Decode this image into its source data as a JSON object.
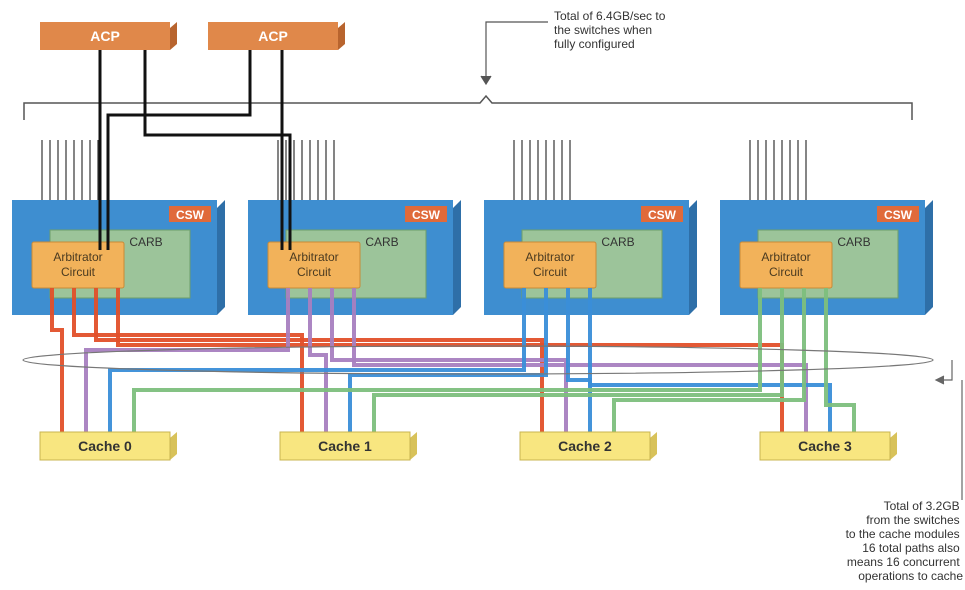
{
  "colors": {
    "acp": "#E0884A",
    "csw": "#3E8ED0",
    "csw_tag": "#E06A3A",
    "carb": "#9CC49A",
    "arbitrator": "#F2B25A",
    "cache": "#F8E680",
    "path_red": "#E2502A",
    "path_blue": "#3A8ED8",
    "path_purple": "#A880C0",
    "path_green": "#7DBF7D",
    "black": "#111111"
  },
  "acp": [
    {
      "label": "ACP"
    },
    {
      "label": "ACP"
    }
  ],
  "switches": [
    {
      "tag": "CSW",
      "carb": "CARB",
      "arbitrator": [
        "Arbitrator",
        "Circuit"
      ]
    },
    {
      "tag": "CSW",
      "carb": "CARB",
      "arbitrator": [
        "Arbitrator",
        "Circuit"
      ]
    },
    {
      "tag": "CSW",
      "carb": "CARB",
      "arbitrator": [
        "Arbitrator",
        "Circuit"
      ]
    },
    {
      "tag": "CSW",
      "carb": "CARB",
      "arbitrator": [
        "Arbitrator",
        "Circuit"
      ]
    }
  ],
  "caches": [
    {
      "label": "Cache 0"
    },
    {
      "label": "Cache 1"
    },
    {
      "label": "Cache 2"
    },
    {
      "label": "Cache 3"
    }
  ],
  "notes": {
    "top": [
      "Total of 6.4GB/sec to",
      "the switches when",
      "fully configured"
    ],
    "bottom": [
      "Total of 3.2GB",
      "from the switches",
      "to the cache modules",
      "16 total paths also",
      "means 16 concurrent",
      "operations to cache"
    ]
  }
}
